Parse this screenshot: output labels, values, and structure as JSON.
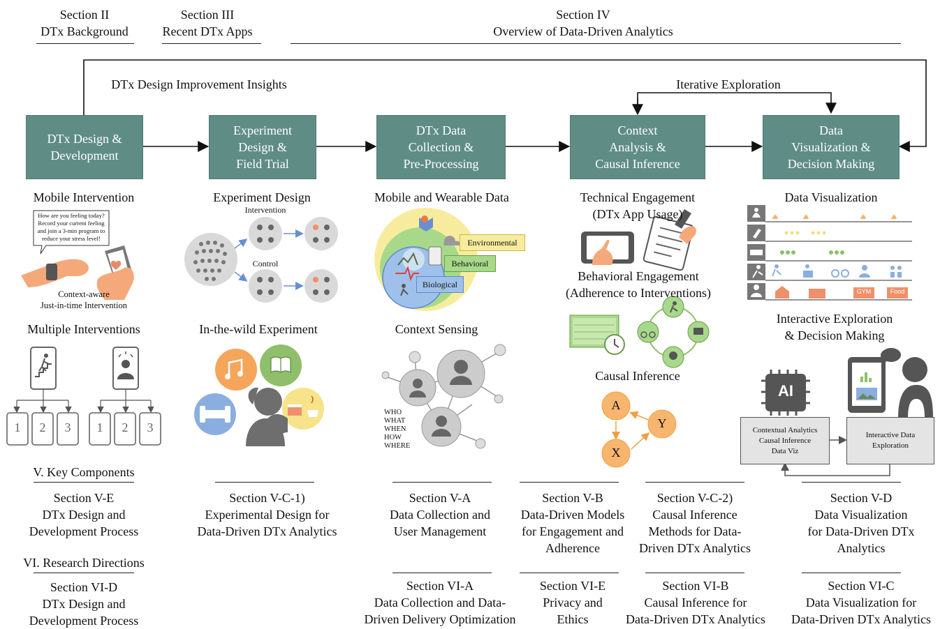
{
  "header": {
    "sec2": [
      "Section II",
      "DTx Background"
    ],
    "sec3": [
      "Section III",
      "Recent DTx Apps"
    ],
    "sec4": [
      "Section IV",
      "Overview of Data-Driven Analytics"
    ]
  },
  "flow": {
    "feedback_label": "DTx Design Improvement Insights",
    "iter_label": "Iterative Exploration",
    "boxes": [
      [
        "DTx Design &",
        "Development"
      ],
      [
        "Experiment",
        "Design &",
        "Field Trial"
      ],
      [
        "DTx Data",
        "Collection &",
        "Pre-Processing"
      ],
      [
        "Context",
        "Analysis &",
        "Causal Inference"
      ],
      [
        "Data",
        "Visualization &",
        "Decision Making"
      ]
    ]
  },
  "col1": {
    "mobile_title": "Mobile Intervention",
    "bubble": [
      "How are you feeling today?",
      "Record your current feeling",
      "and join a 3-min program to",
      "reduce your stress level!"
    ],
    "caption": [
      "Context-aware",
      "Just-in-time Intervention"
    ],
    "multi_title": "Multiple Interventions",
    "numbers": [
      "1",
      "2",
      "3",
      "1",
      "2",
      "3"
    ]
  },
  "col2": {
    "exp_title": "Experiment Design",
    "intervention": "Intervention",
    "control": "Control",
    "wild_title": "In-the-wild Experiment"
  },
  "col3": {
    "mw_title": "Mobile and Wearable Data",
    "env": "Environmental",
    "beh": "Behavioral",
    "bio": "Biological",
    "ctx_title": "Context Sensing",
    "who": [
      "WHO",
      "WHAT",
      "WHEN",
      "HOW",
      "WHERE"
    ]
  },
  "col4": {
    "tech": [
      "Technical Engagement",
      "(DTx App Usage)"
    ],
    "behav": [
      "Behavioral Engagement",
      "(Adherence to Interventions)"
    ],
    "causal_title": "Causal Inference",
    "nodes": [
      "A",
      "Y",
      "X"
    ]
  },
  "col5": {
    "viz_title": "Data Visualization",
    "tags": [
      "GYM",
      "Food"
    ],
    "interactive": [
      "Interactive Exploration",
      "& Decision Making"
    ],
    "ai": "AI",
    "box_left": [
      "Contextual Analytics",
      "Causal Inference",
      "Data Viz"
    ],
    "box_right": [
      "Interactive Data",
      "Exploration"
    ]
  },
  "sections": {
    "key_components": "V. Key Components",
    "research_directions": "VI. Research Directions",
    "ve": [
      "Section V-E",
      "DTx Design and",
      "Development Process"
    ],
    "vid": [
      "Section VI-D",
      "DTx Design and",
      "Development Process"
    ],
    "vc1": [
      "Section V-C-1)",
      "Experimental Design for",
      "Data-Driven DTx Analytics"
    ],
    "va": [
      "Section V-A",
      "Data Collection and",
      "User Management"
    ],
    "vb": [
      "Section V-B",
      "Data-Driven Models",
      "for Engagement and",
      "Adherence"
    ],
    "vc2": [
      "Section V-C-2)",
      "Causal Inference",
      "Methods for Data-",
      "Driven DTx Analytics"
    ],
    "vd": [
      "Section V-D",
      "Data Visualization",
      "for Data-Driven DTx",
      "Analytics"
    ],
    "via": [
      "Section VI-A",
      "Data Collection and Data-",
      "Driven Delivery Optimization"
    ],
    "vie": [
      "Section VI-E",
      "Privacy and",
      "Ethics"
    ],
    "vib": [
      "Section VI-B",
      "Causal Inference for",
      "Data-Driven DTx Analytics"
    ],
    "vic": [
      "Section VI-C",
      "Data Visualization for",
      "Data-Driven DTx Analytics"
    ]
  },
  "colors": {
    "box_teal": "#5f8d86",
    "orange": "#f4a460",
    "green": "#8fbf6a",
    "blue": "#8aaee0",
    "grey_icon": "#7a7a7a"
  }
}
